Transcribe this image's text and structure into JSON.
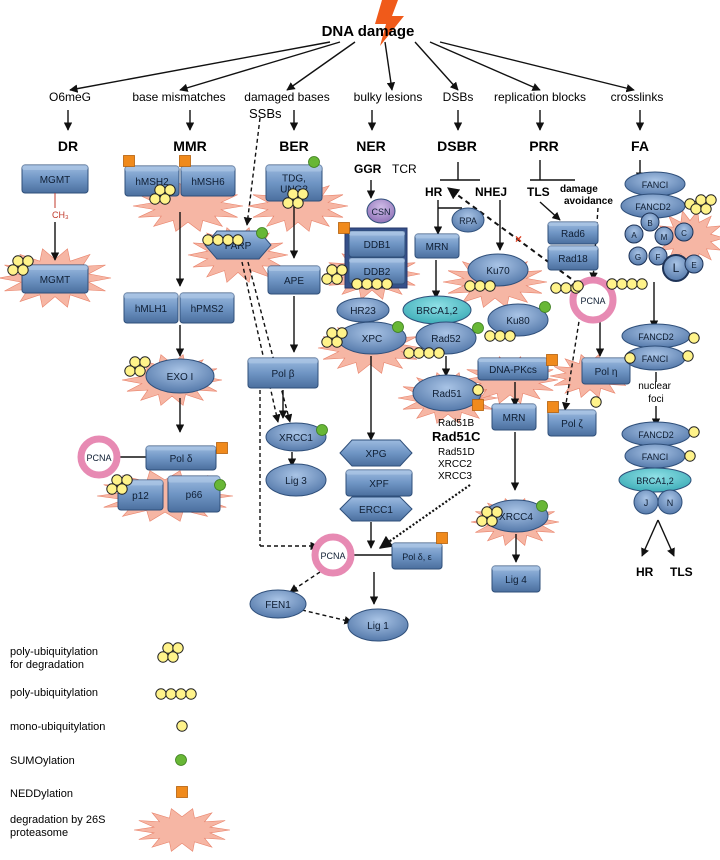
{
  "title": "DNA damage",
  "damage_types": [
    "O6meG",
    "base mismatches",
    "damaged bases",
    "bulky lesions",
    "DSBs",
    "replication blocks",
    "crosslinks"
  ],
  "ssbs": "SSBs",
  "pathways": [
    "DR",
    "MMR",
    "BER",
    "NER",
    "DSBR",
    "PRR",
    "FA"
  ],
  "subpaths": {
    "ggr": "GGR",
    "tcr": "TCR",
    "hr": "HR",
    "nhej": "NHEJ",
    "tls": "TLS",
    "damage_avoidance": "damage\navoidance"
  },
  "proteins": {
    "mgmt1": "MGMT",
    "ch3": "CH₃",
    "mgmt2": "MGMT",
    "hmsh2": "hMSH2",
    "hmsh6": "hMSH6",
    "hmlh1": "hMLH1",
    "hpms2": "hPMS2",
    "exo1": "EXO I",
    "pcna_mmr": "PCNA",
    "pol_delta": "Pol δ",
    "p12": "p12",
    "p66": "p66",
    "tdg": "TDG,\nUNG2",
    "parp": "PARP",
    "ape": "APE",
    "pol_beta": "Pol β",
    "xrcc1": "XRCC1",
    "lig3": "Lig 3",
    "csn": "CSN",
    "ddb1": "DDB1",
    "ddb2": "DDB2",
    "hr23": "HR23",
    "xpc": "XPC",
    "xpg": "XPG",
    "xpf": "XPF",
    "ercc1": "ERCC1",
    "pcna_ner": "PCNA",
    "pol_de": "Pol δ, ε",
    "fen1": "FEN1",
    "lig1": "Lig 1",
    "rpa": "RPA",
    "mrn1": "MRN",
    "brca12": "BRCA1,2",
    "rad52": "Rad52",
    "rad51": "Rad51",
    "rad51_paralogs": [
      "Rad51B",
      "Rad51C",
      "Rad51D",
      "XRCC2",
      "XRCC3"
    ],
    "ku70": "Ku70",
    "ku80": "Ku80",
    "dnapkcs": "DNA-PKcs",
    "mrn2": "MRN",
    "xrcc4": "XRCC4",
    "lig4": "Lig 4",
    "rad6": "Rad6",
    "rad18": "Rad18",
    "pcna_prr": "PCNA",
    "pol_eta": "Pol η",
    "pol_zeta": "Pol ζ",
    "fanci1": "FANCI",
    "fancd2_1": "FANCD2",
    "core": [
      "B",
      "A",
      "M",
      "C",
      "G",
      "F",
      "L",
      "E"
    ],
    "fancd2_2": "FANCD2",
    "fanci2": "FANCI",
    "nuclear_foci": "nuclear\nfoci",
    "fancd2_3": "FANCD2",
    "fanci3": "FANCI",
    "brca12_fa": "BRCA1,2",
    "j": "J",
    "n": "N",
    "out_hr": "HR",
    "out_tls": "TLS"
  },
  "legend": [
    {
      "label": "poly-ubiquitylation\nfor degradation",
      "symbol": "pyramid"
    },
    {
      "label": "poly-ubiquitylation",
      "symbol": "chain"
    },
    {
      "label": "mono-ubiquitylation",
      "symbol": "single"
    },
    {
      "label": "SUMOylation",
      "symbol": "sumo"
    },
    {
      "label": "NEDDylation",
      "symbol": "nedd"
    },
    {
      "label": "degradation by 26S\nproteasome",
      "symbol": "burst"
    }
  ],
  "colors": {
    "protein": "#6f95c4",
    "protein_dark": "#2f4f7a",
    "ubiquitin": "#fff38a",
    "sumo": "#68b736",
    "nedd": "#f08a1c",
    "burst": "#f6b6a4",
    "pcna_ring": "#e78ab3",
    "brca": "#55c4cc",
    "csn": "#a98bc9",
    "bolt": "#f05a1a"
  }
}
